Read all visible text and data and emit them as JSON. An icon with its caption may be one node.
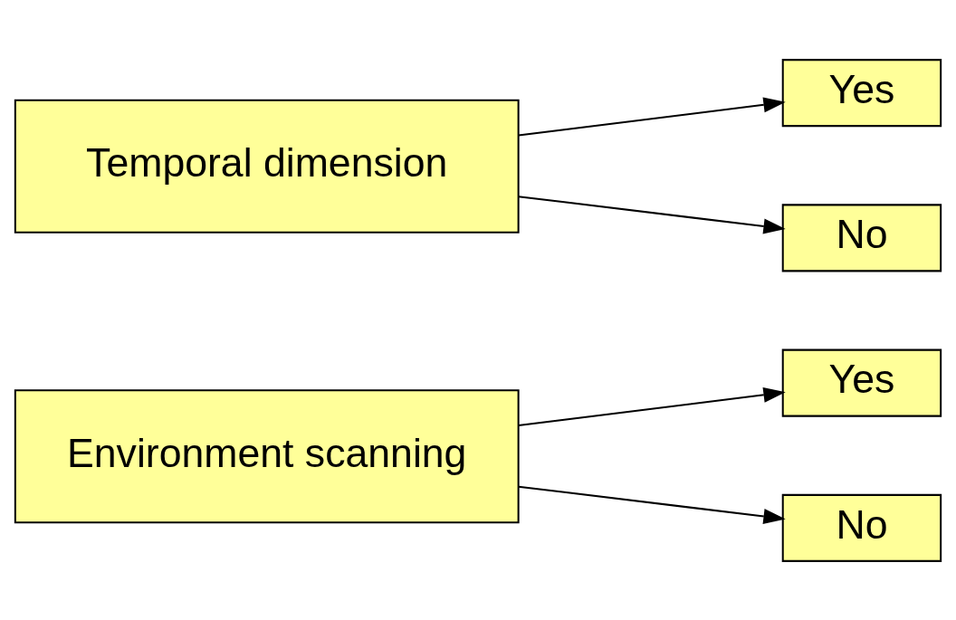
{
  "diagram": {
    "nodes": [
      {
        "text": [
          "Environment scanning"
        ]
      },
      {
        "text": [
          "Yes"
        ]
      },
      {
        "text": [
          "No"
        ]
      },
      {
        "text": [
          "Temporal dimension"
        ]
      },
      {
        "text": [
          "Yes"
        ]
      },
      {
        "text": [
          "No"
        ]
      }
    ],
    "edges": [
      {
        "from": 0,
        "to": 1,
        "arrow": "to"
      },
      {
        "from": 0,
        "to": 2,
        "arrow": "to"
      },
      {
        "from": 3,
        "to": 4,
        "arrow": "to"
      },
      {
        "from": 3,
        "to": 5,
        "arrow": "to"
      }
    ]
  }
}
